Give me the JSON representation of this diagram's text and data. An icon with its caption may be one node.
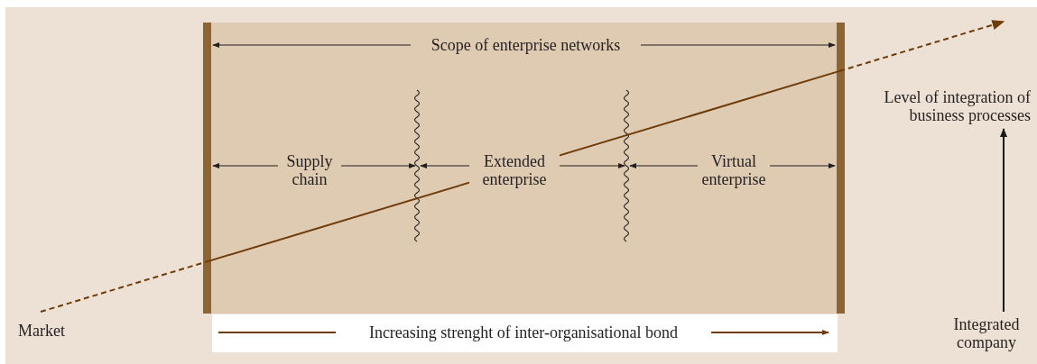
{
  "diagram": {
    "nodes": [
      {
        "text": [
          "Market"
        ]
      },
      {
        "text": [
          "Integrated company"
        ]
      },
      {
        "text": [
          "Level of integration of business processes"
        ]
      }
    ],
    "edges": [
      {
        "from": 0,
        "to": null,
        "arrow": "to",
        "style": "dashed",
        "color": "#6e3c0a"
      },
      {
        "from": 1,
        "to": 2,
        "arrow": "to",
        "color": "#1a1a1a"
      }
    ],
    "labels": [
      "Scope of enterprise networks",
      "Supply chain",
      "Extended enterprise",
      "Virtual enterprise",
      "Increasing strenght of inter-organisational bond"
    ]
  }
}
